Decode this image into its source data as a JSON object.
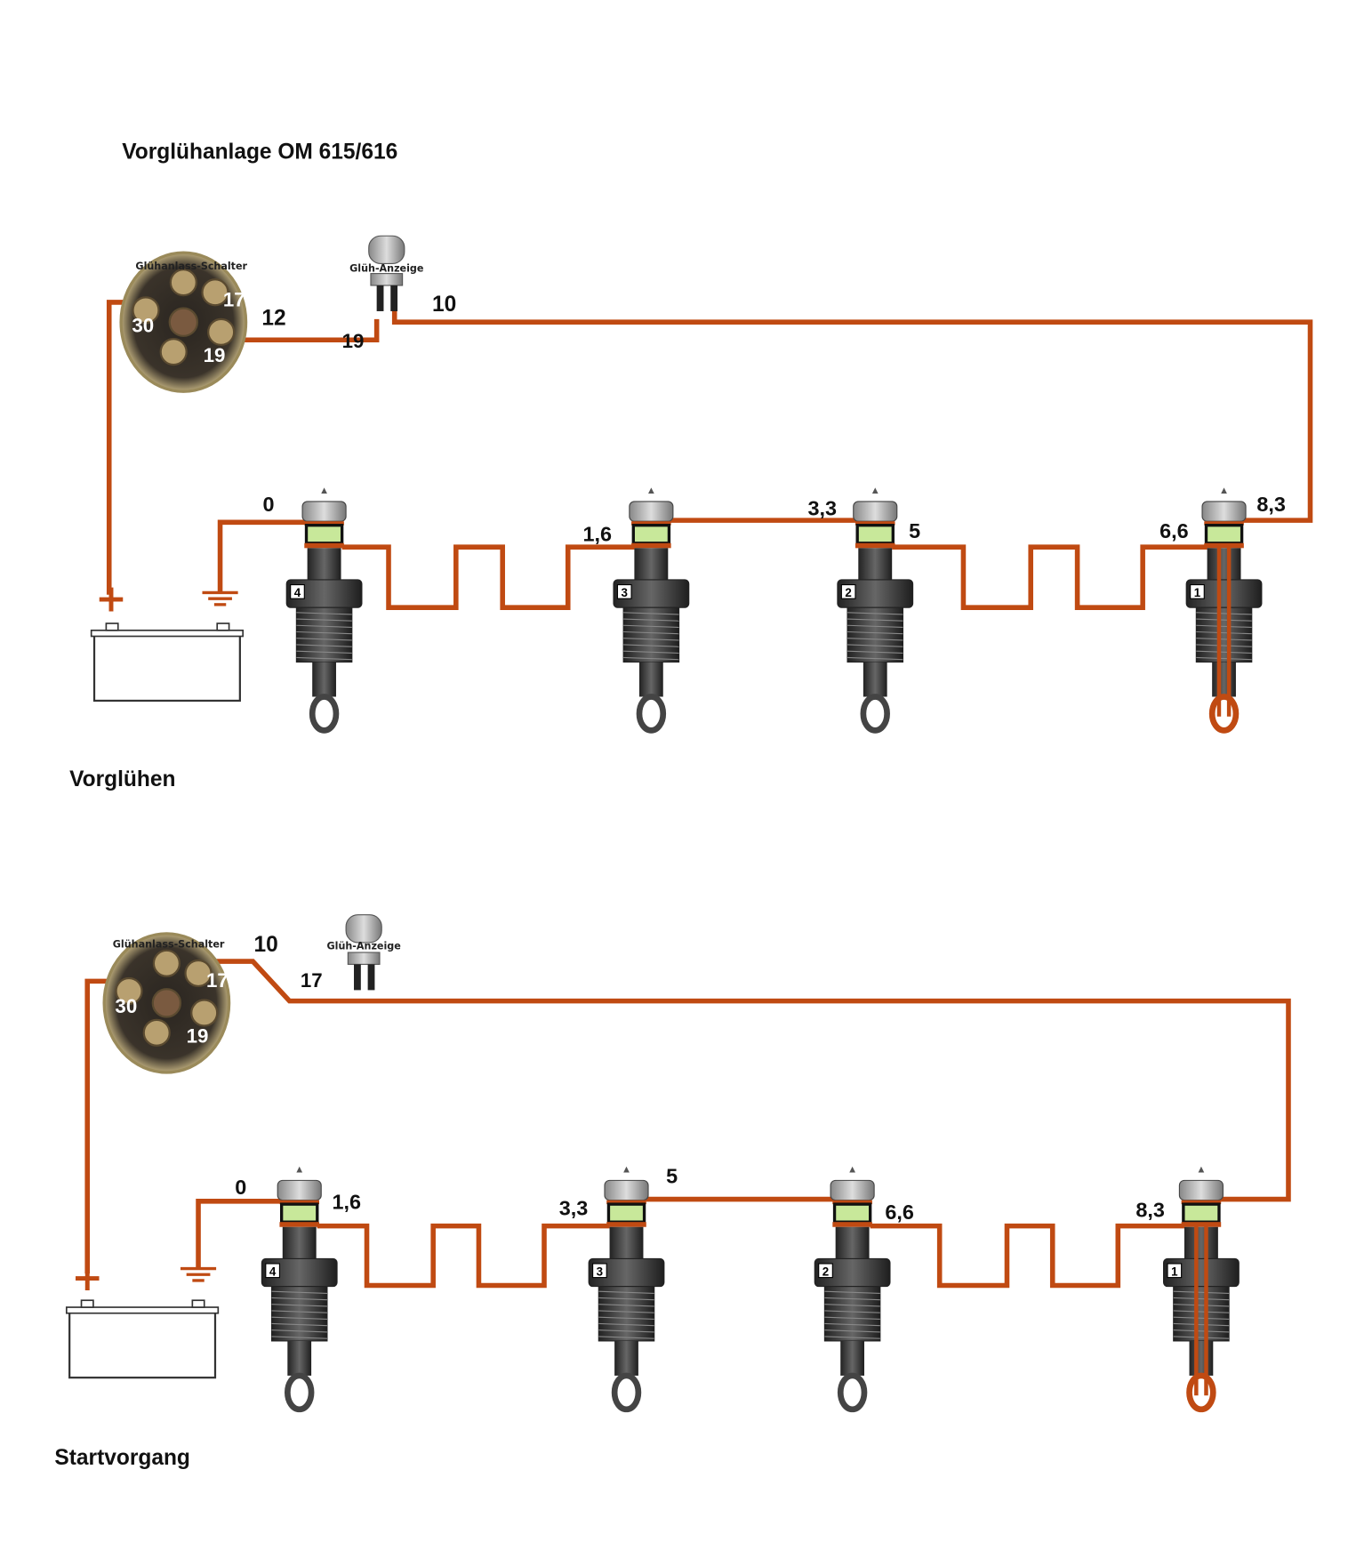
{
  "title": "Vorglühanlage OM 615/616",
  "colors": {
    "wire": "#c04a12",
    "glow_band": "#c8e89a",
    "plug_body": "#3a3a3a"
  },
  "diagrams": [
    {
      "caption": "Vorglühen",
      "switch_label": "Glühanlass-Schalter",
      "switch_terminals": [
        "30",
        "17",
        "19"
      ],
      "indicator_label": "Glüh-Anzeige",
      "wire_labels": {
        "switch_out": "12",
        "indicator_in": "19",
        "indicator_out": "10"
      },
      "plug_numbers": [
        "4",
        "3",
        "2",
        "1"
      ],
      "voltages": [
        "0",
        "1,6",
        "3,3",
        "5",
        "6,6",
        "8,3"
      ],
      "plus": "+"
    },
    {
      "caption": "Startvorgang",
      "switch_label": "Glühanlass-Schalter",
      "switch_terminals": [
        "30",
        "17",
        "19"
      ],
      "indicator_label": "Glüh-Anzeige",
      "wire_labels": {
        "switch_out": "10",
        "indicator_in": "17"
      },
      "plug_numbers": [
        "4",
        "3",
        "2",
        "1"
      ],
      "voltages": [
        "0",
        "1,6",
        "3,3",
        "5",
        "6,6",
        "8,3"
      ],
      "plus": "+"
    }
  ]
}
